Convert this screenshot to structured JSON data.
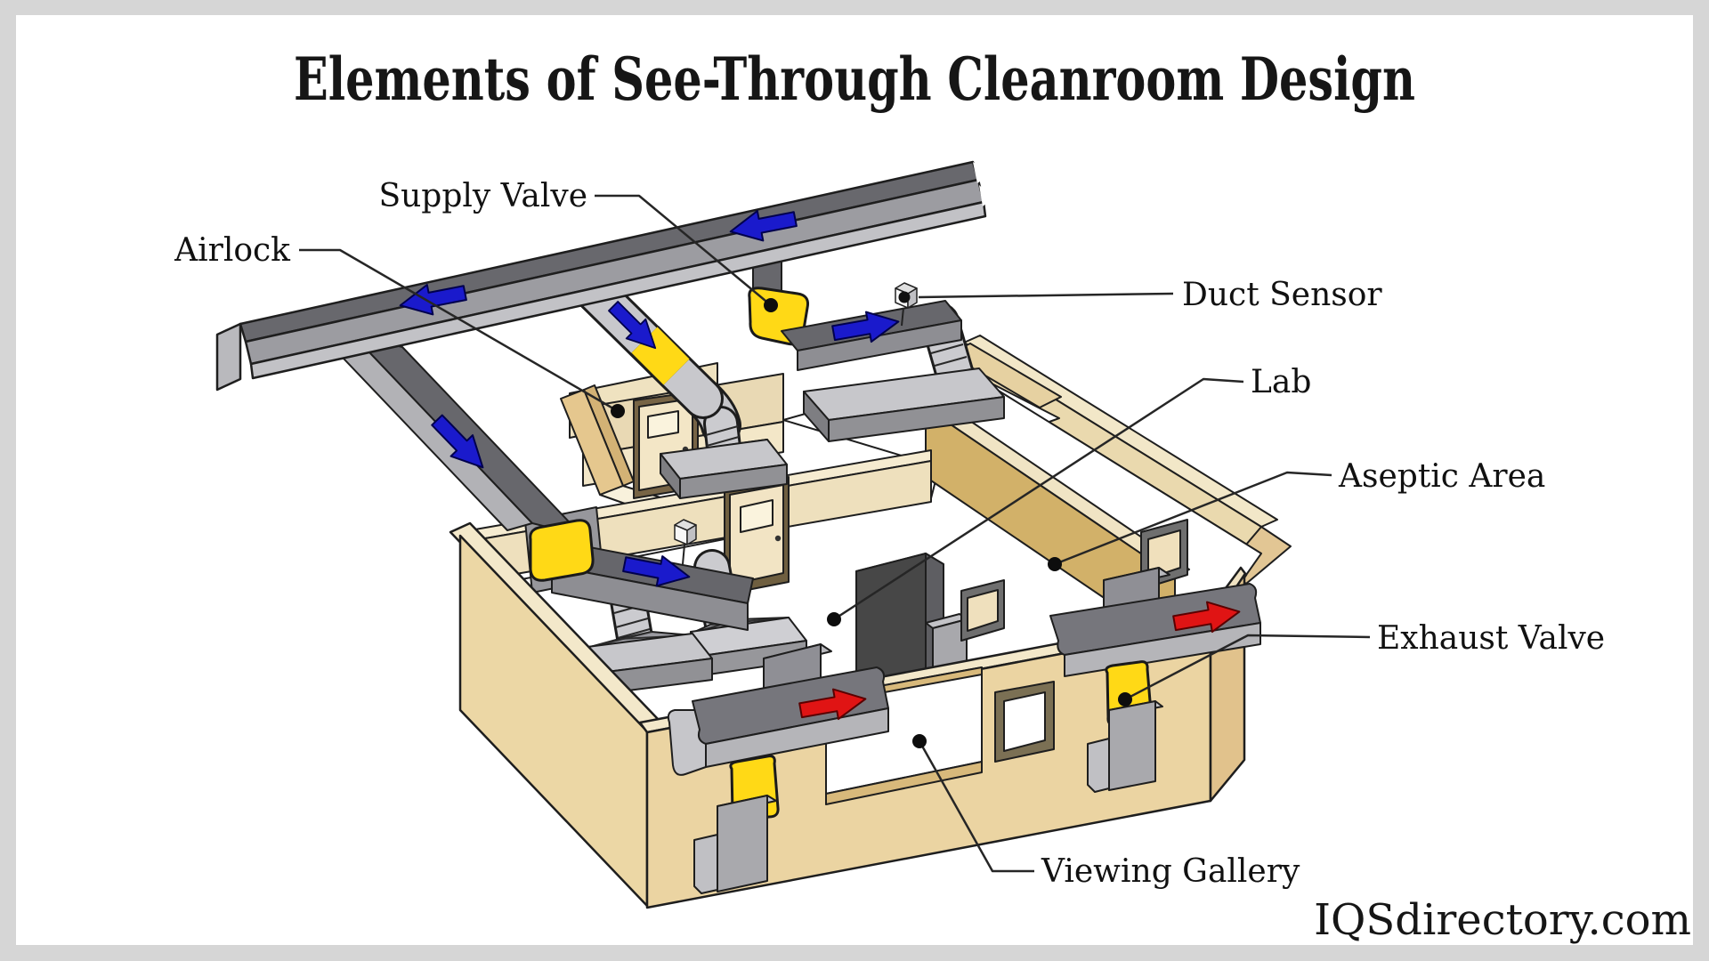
{
  "title": "Elements of See-Through Cleanroom Design",
  "watermark": "IQSdirectory.com",
  "labels": {
    "supply_valve": "Supply Valve",
    "airlock": "Airlock",
    "duct_sensor": "Duct Sensor",
    "lab": "Lab",
    "aseptic_area": "Aseptic Area",
    "exhaust_valve": "Exhaust Valve",
    "viewing_gallery": "Viewing Gallery"
  },
  "colors": {
    "supply_airflow_arrow": "#1A1ACC",
    "exhaust_airflow_arrow": "#E01414",
    "valve_connector": "#FFD916",
    "duct_dark": "#68686D",
    "duct_light": "#9A9A9F",
    "duct_flange": "#C2C2C6",
    "wall_tan": "#ECD7A5",
    "wall_dark_tan": "#D2B169",
    "floor": "#FFFFFF",
    "frame_background": "#D6D6D6",
    "text": "#111111"
  }
}
